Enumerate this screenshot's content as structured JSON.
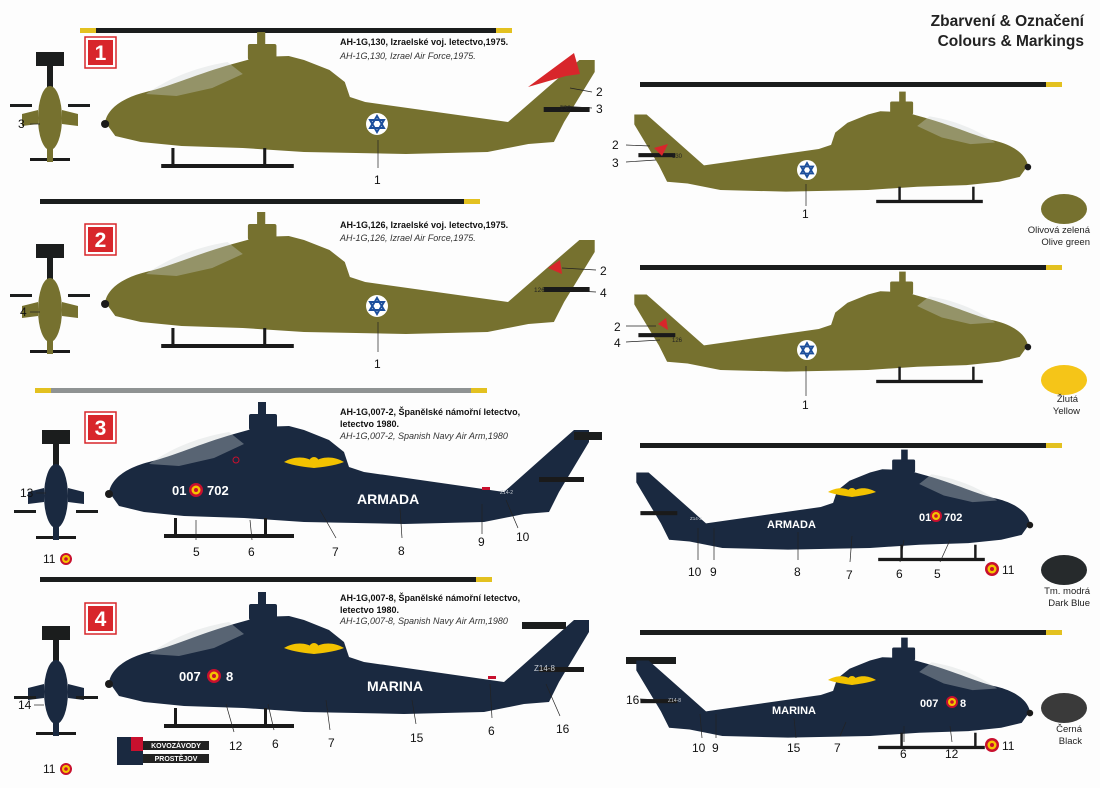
{
  "header": {
    "title_cz": "Zbarvení & Označení",
    "title_en": "Colours & Markings"
  },
  "schemes": [
    {
      "badge": "1",
      "cap1": "AH-1G,130, Izraelské voj. letectvo,1975.",
      "cap2": "",
      "cap_en": "AH-1G,130, Izrael Air Force,1975.",
      "tail_code": "130",
      "roundel": "star"
    },
    {
      "badge": "2",
      "cap1": "AH-1G,126, Izraelské voj. letectvo,1975.",
      "cap2": "",
      "cap_en": "AH-1G,126, Izrael Air Force,1975.",
      "tail_code": "126",
      "roundel": "star"
    },
    {
      "badge": "3",
      "cap1": "AH-1G,007-2, Španělské námořní letectvo,",
      "cap2": "letectvo 1980.",
      "cap_en": "AH-1G,007-2, Spanish Navy Air Arm,1980",
      "nose": "01",
      "code": "702",
      "boom": "ARMADA",
      "tail_code": "Z14-2"
    },
    {
      "badge": "4",
      "cap1": "AH-1G,007-8, Španělské námořní letectvo,",
      "cap2": "letectvo 1980.",
      "cap_en": "AH-1G,007-8, Spanish Navy Air Arm,1980",
      "nose": "007",
      "code": "8",
      "boom": "MARINA",
      "tail_code": "Z14-8"
    }
  ],
  "callouts": {
    "s1_left": [
      "1",
      "2",
      "3"
    ],
    "s1_front": "3",
    "s1_right": [
      "2",
      "3",
      "1"
    ],
    "s2_left": [
      "2",
      "4",
      "1"
    ],
    "s2_front": "4",
    "s2_right": [
      "2",
      "4",
      "1"
    ],
    "s3_left": [
      "5",
      "6",
      "7",
      "8",
      "9",
      "10"
    ],
    "s3_front": [
      "13",
      "11"
    ],
    "s3_right": [
      "10",
      "9",
      "8",
      "7",
      "6",
      "5",
      "11"
    ],
    "s4_left": [
      "12",
      "6",
      "7",
      "15",
      "6",
      "16"
    ],
    "s4_front": [
      "14",
      "11"
    ],
    "s4_right": [
      "16",
      "10",
      "9",
      "15",
      "7",
      "6",
      "12",
      "11"
    ]
  },
  "swatches": [
    {
      "name_cz": "Olivová zelená",
      "name_en": "Olive green",
      "color": "#76712f"
    },
    {
      "name_cz": "Žlutá",
      "name_en": "Yellow",
      "color": "#f5c518"
    },
    {
      "name_cz": "Tm. modrá",
      "name_en": "Dark Blue",
      "color": "#262a2c"
    },
    {
      "name_cz": "Černá",
      "name_en": "Black",
      "color": "#3a3a3a"
    }
  ],
  "logo": {
    "line1": "KOVOZÁVODY",
    "line2": "PROSTĚJOV"
  },
  "colors": {
    "olive": "#76712f",
    "olive_dark": "#5a5622",
    "navy": "#1a2940",
    "navy_dark": "#0f1a2b",
    "badge_red": "#d8262b",
    "israel_blue": "#1d4f9c",
    "spain_red": "#c8102e",
    "spain_yellow": "#f4c400"
  }
}
